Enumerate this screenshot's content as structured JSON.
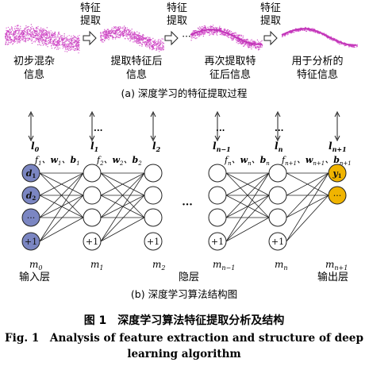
{
  "colors": {
    "signal": "#d94fcf",
    "signal_dark": "#c236b8",
    "input_node": "#7b86c2",
    "output_node": "#f0b400",
    "line": "#222222"
  },
  "part_a": {
    "stage_labels": [
      [
        "初步混杂",
        "信息"
      ],
      [
        "提取特征后",
        "信息"
      ],
      [
        "再次提取特",
        "征后信息"
      ],
      [
        "用于分析的",
        "特征信息"
      ]
    ],
    "arrow_labels": [
      [
        "特征",
        "提取"
      ],
      [
        "特征",
        "提取"
      ],
      [
        "特征",
        "提取"
      ]
    ],
    "ellipsis": "···",
    "caption": "(a) 深度学习的特征提取过程"
  },
  "part_b": {
    "layer_tops": [
      "l",
      "l",
      "l",
      "l",
      "l"
    ],
    "layer_top_subs": [
      "0",
      "1",
      "2",
      "n−1",
      "n"
    ],
    "last_top": "l",
    "last_top_sub": "n+1",
    "weight_groups": [
      {
        "f": "1",
        "w": "1",
        "b": "1"
      },
      {
        "f": "2",
        "w": "2",
        "b": "2"
      },
      {
        "f": "n",
        "w": "n",
        "b": "n"
      },
      {
        "f": "n+1",
        "w": "n+1",
        "b": "n+1"
      }
    ],
    "input_nodes": [
      "d",
      "d",
      "···",
      "+1"
    ],
    "input_node_subs": [
      "1",
      "2",
      "",
      ""
    ],
    "bias_label": "+1",
    "output_nodes": [
      "y",
      "···"
    ],
    "output_node_subs": [
      "1",
      ""
    ],
    "bottom_m": [
      "m",
      "m",
      "m",
      "m",
      "m",
      "m"
    ],
    "bottom_m_subs": [
      "0",
      "1",
      "2",
      "n−1",
      "n",
      "n+1"
    ],
    "ellipsis_top": "···",
    "ellipsis_mid": "···",
    "layer_names": {
      "input": "输入层",
      "hidden": "隐层",
      "output": "输出层"
    },
    "caption": "(b) 深度学习算法结构图"
  },
  "figure_caption": {
    "cn": "图 1　深度学习算法特征提取分析及结构",
    "en_line1": "Fig. 1　Analysis of feature extraction and structure of deep",
    "en_line2": "learning algorithm"
  }
}
